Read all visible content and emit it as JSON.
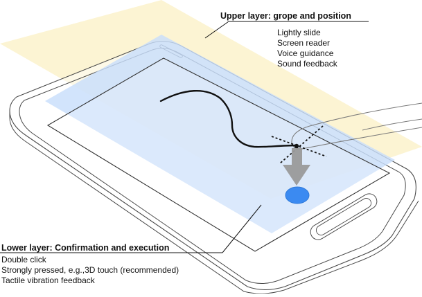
{
  "upper_layer": {
    "title": "Upper layer: grope and position",
    "items": [
      "Lightly slide",
      "Screen reader",
      "Voice guidance",
      "Sound feedback"
    ]
  },
  "lower_layer": {
    "title": "Lower layer: Confirmation and execution",
    "items": [
      "Double click",
      "Strongly pressed, e.g.,3D touch (recommended)",
      "Tactile vibration feedback"
    ]
  },
  "colors": {
    "upper_layer_fill": "#fbf1c9",
    "lower_layer_fill": "#c8defb",
    "touch_point": "#3b8af1",
    "arrow": "#9a9a9a",
    "outline": "#4a4a4a"
  }
}
